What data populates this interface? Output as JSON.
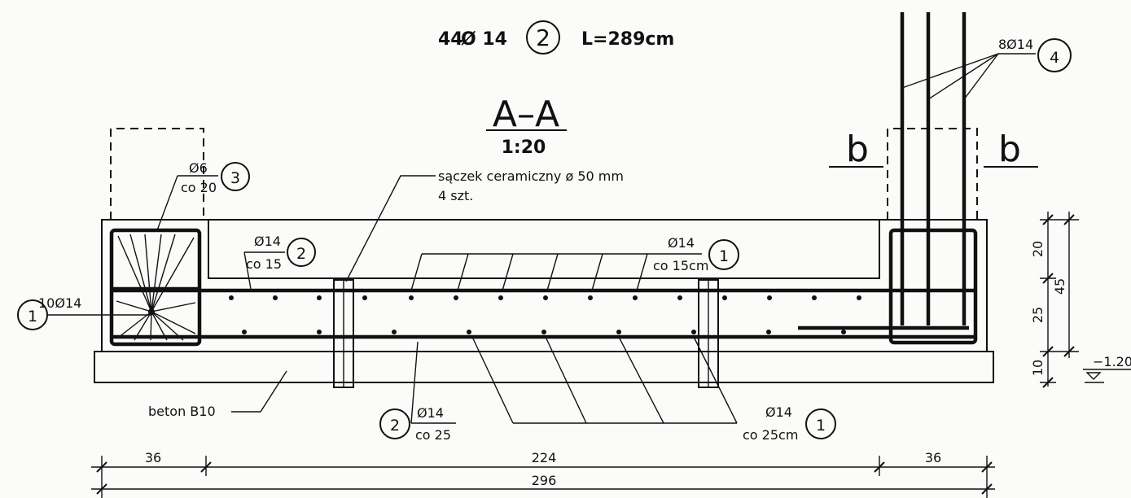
{
  "header": {
    "bar_count": "44",
    "diameter": "Ø 14",
    "mark": "2",
    "length": "L=289cm"
  },
  "section": {
    "title": "A–A",
    "scale": "1:20",
    "cut_label_left": "b",
    "cut_label_right": "b"
  },
  "callouts": {
    "stirrup_dia": "Ø6",
    "stirrup_spacing": "co 20",
    "stirrup_mark": "3",
    "top_left_dia": "Ø14",
    "top_left_spacing": "co 15",
    "top_left_mark": "2",
    "top_right_dia": "Ø14",
    "top_right_spacing": "co 15cm",
    "top_right_mark": "1",
    "column_bars": "8Ø14",
    "column_mark": "4",
    "long_bars": "10Ø14",
    "long_mark": "1",
    "bottom_left_dia": "Ø14",
    "bottom_left_spacing": "co 25",
    "bottom_left_mark": "2",
    "bottom_right_dia": "Ø14",
    "bottom_right_spacing": "co 25cm",
    "bottom_right_mark": "1",
    "drain_line1": "sączek ceramiczny ø 50 mm",
    "drain_line2": "4 szt.",
    "concrete": "beton B10"
  },
  "dimensions": {
    "left": "36",
    "middle": "224",
    "right": "36",
    "total": "296",
    "v_top": "20",
    "v_total": "45",
    "v_mid": "25",
    "v_bottom": "10",
    "level": "−1.20"
  }
}
